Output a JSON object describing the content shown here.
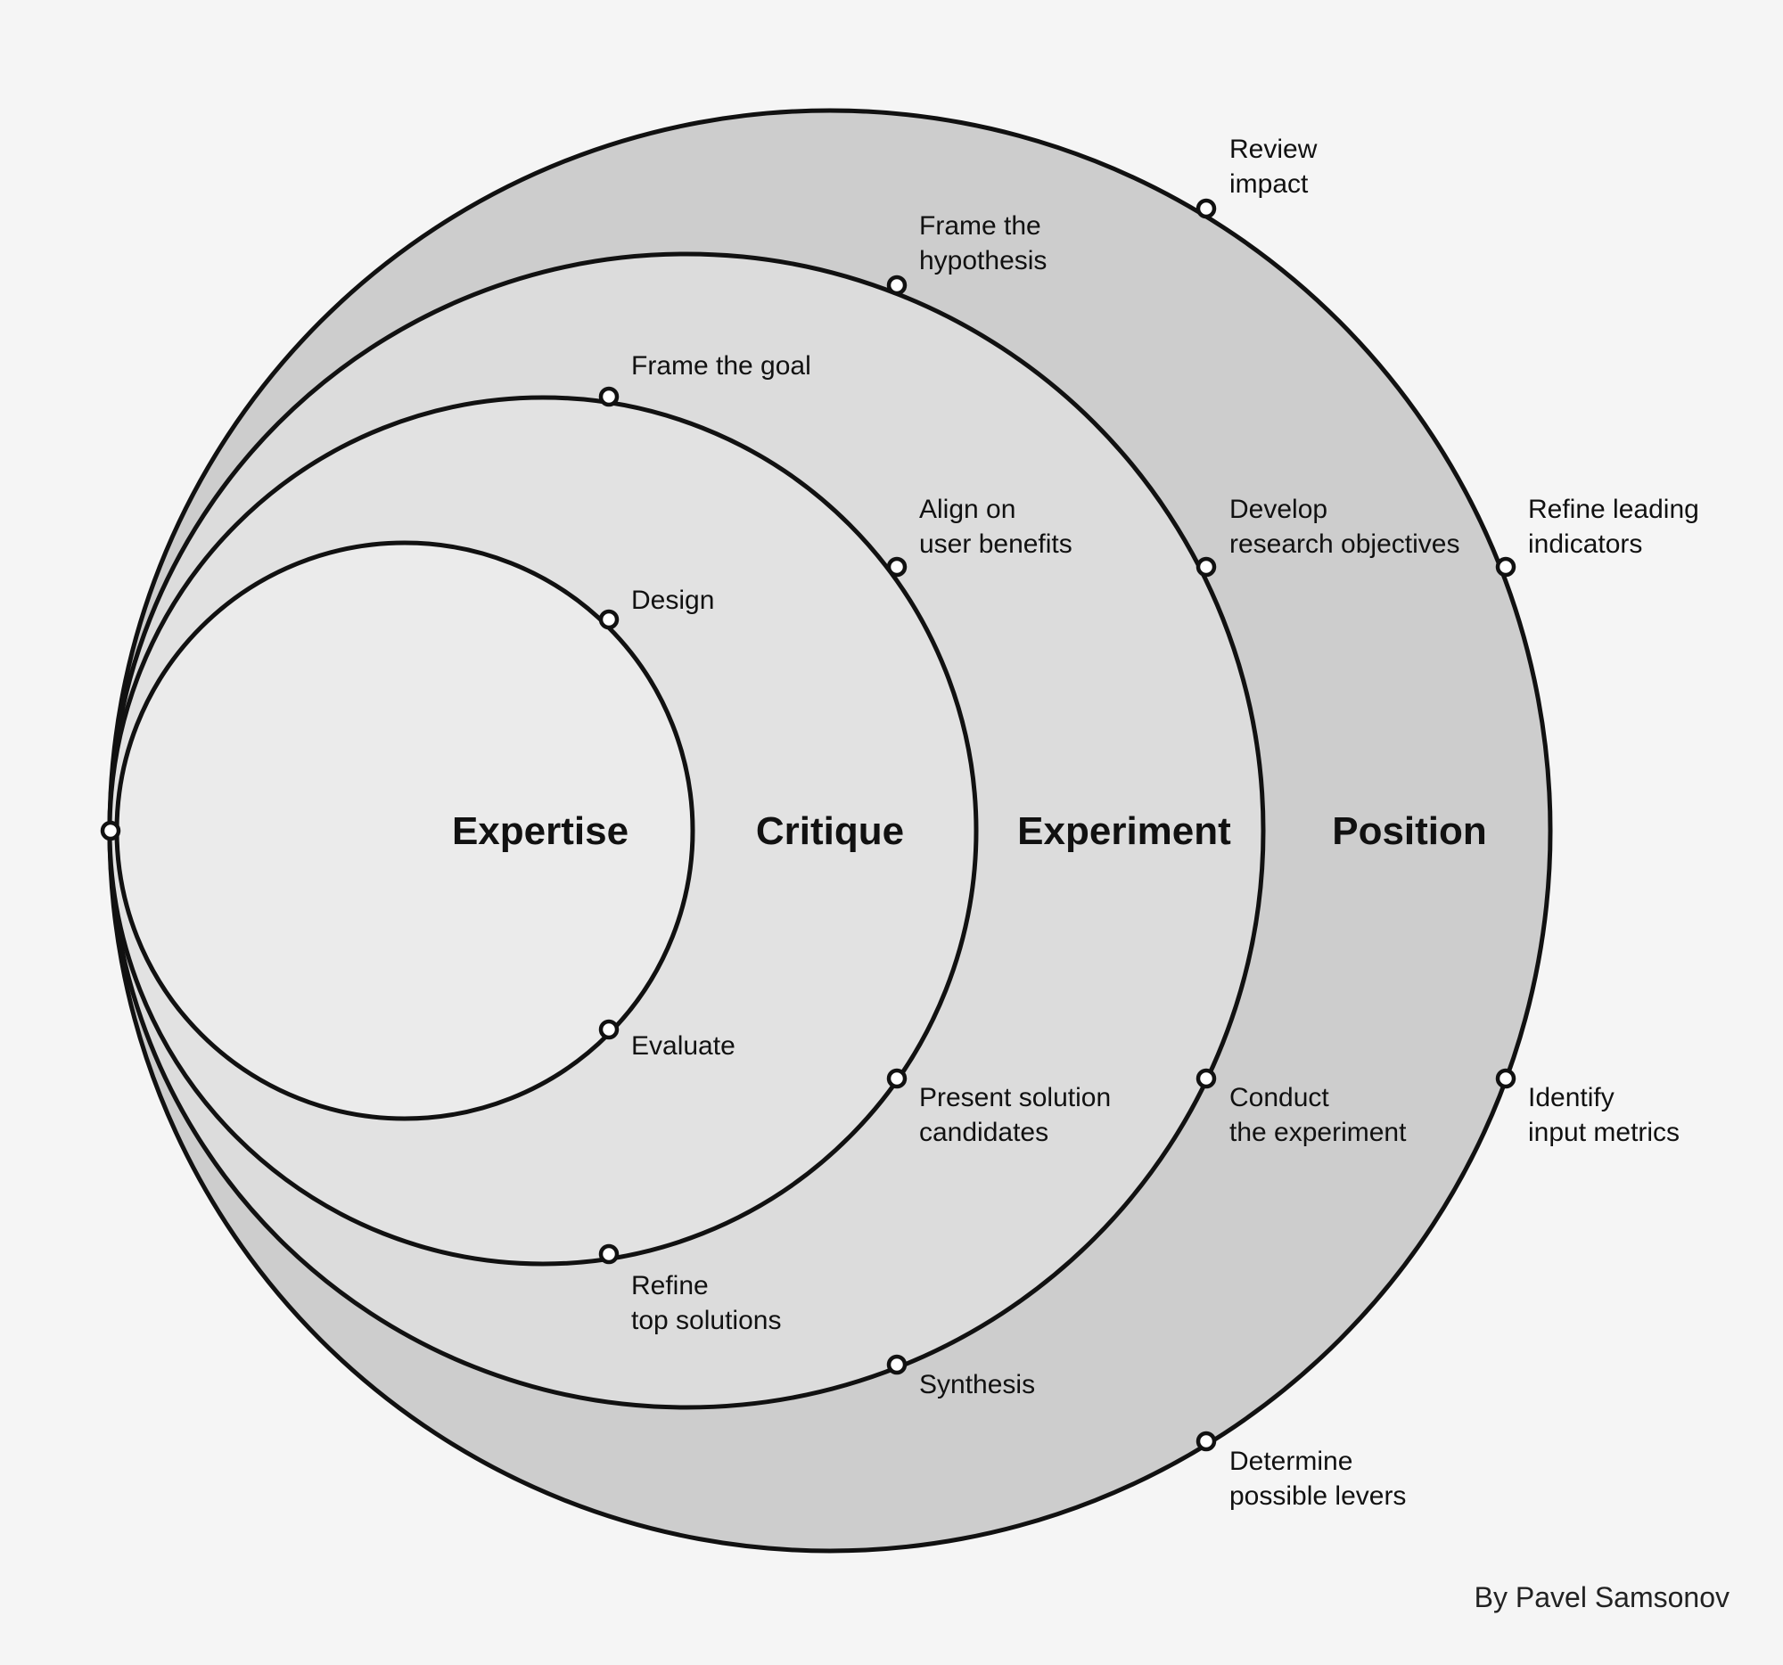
{
  "diagram": {
    "colors": {
      "background": "#f5f5f5",
      "position_fill": "#cdcdcd",
      "experiment_fill": "#dcdcdc",
      "critique_fill": "#e2e2e2",
      "expertise_fill": "#ebebeb",
      "stroke": "#111111",
      "node_fill": "#ffffff"
    },
    "rings": [
      {
        "id": "position",
        "label": "Position",
        "steps": [
          {
            "id": "review-impact",
            "lines": [
              "Review",
              "impact"
            ]
          },
          {
            "id": "refine-leading-indicators",
            "lines": [
              "Refine leading",
              "indicators"
            ]
          },
          {
            "id": "identify-input-metrics",
            "lines": [
              "Identify",
              "input metrics"
            ]
          },
          {
            "id": "determine-possible-levers",
            "lines": [
              "Determine",
              "possible levers"
            ]
          }
        ]
      },
      {
        "id": "experiment",
        "label": "Experiment",
        "steps": [
          {
            "id": "frame-the-hypothesis",
            "lines": [
              "Frame the",
              "hypothesis"
            ]
          },
          {
            "id": "develop-research-objectives",
            "lines": [
              "Develop",
              "research objectives"
            ]
          },
          {
            "id": "conduct-the-experiment",
            "lines": [
              "Conduct",
              "the experiment"
            ]
          },
          {
            "id": "synthesis",
            "lines": [
              "Synthesis"
            ]
          }
        ]
      },
      {
        "id": "critique",
        "label": "Critique",
        "steps": [
          {
            "id": "frame-the-goal",
            "lines": [
              "Frame the goal"
            ]
          },
          {
            "id": "align-on-user-benefits",
            "lines": [
              "Align on",
              "user benefits"
            ]
          },
          {
            "id": "present-solution-candidates",
            "lines": [
              "Present solution",
              "candidates"
            ]
          },
          {
            "id": "refine-top-solutions",
            "lines": [
              "Refine",
              "top solutions"
            ]
          }
        ]
      },
      {
        "id": "expertise",
        "label": "Expertise",
        "steps": [
          {
            "id": "design",
            "lines": [
              "Design"
            ]
          },
          {
            "id": "evaluate",
            "lines": [
              "Evaluate"
            ]
          }
        ]
      }
    ],
    "credit": "By Pavel Samsonov"
  }
}
